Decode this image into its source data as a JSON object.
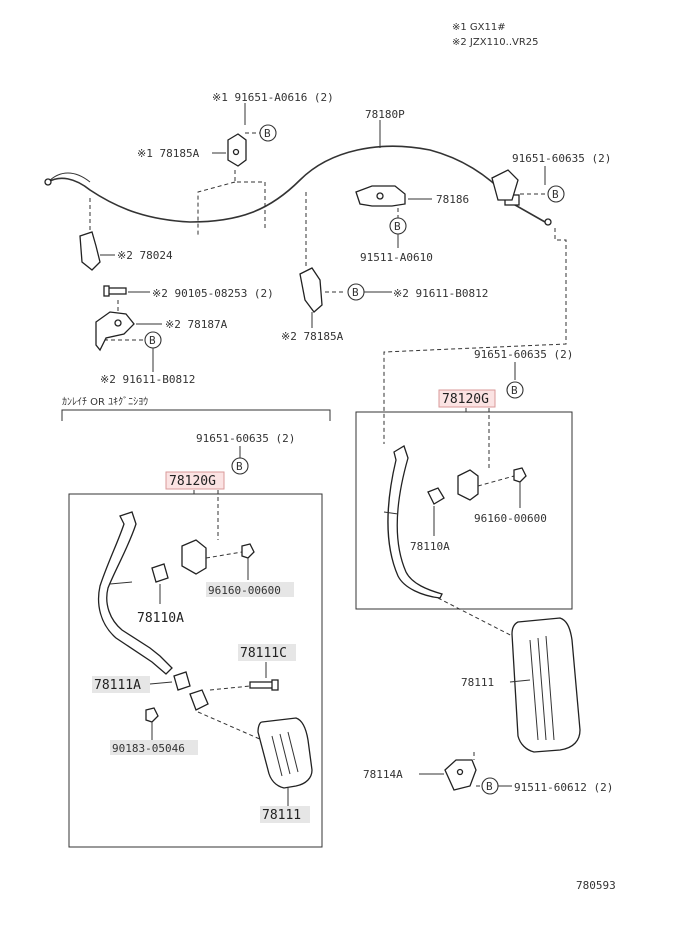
{
  "notes": {
    "note1": "※1 GX11#",
    "note2": "※2 JZX110..VR25"
  },
  "labels": {
    "bolt_91651_a0616": "※1 91651-A0616 (2)",
    "cable_78180p": "78180P",
    "bracket_78185a_1": "※1 78185A",
    "bolt_91651_60635_top": "91651-60635 (2)",
    "bracket_78186": "78186",
    "bolt_91511_a0610": "91511-A0610",
    "bracket_78024": "※2 78024",
    "bolt_90105_08253": "※2 90105-08253 (2)",
    "bolt_91611_b0812_mid": "※2 91611-B0812",
    "bracket_78187a": "※2 78187A",
    "bracket_78185a_2": "※2 78185A",
    "bolt_91611_b0812_left": "※2 91611-B0812",
    "section_header": "ｶﾝﾚｲﾁ OR ﾕｷｸﾞﾆｼﾖｳ",
    "bolt_91651_60635_right": "91651-60635 (2)",
    "pedal_assy_right": "78120G",
    "bolt_91651_60635_left": "91651-60635 (2)",
    "pedal_assy_left": "78120G",
    "nut_96160_00600_right": "96160-00600",
    "lever_78110a_right": "78110A",
    "nut_96160_00600_left": "96160-00600",
    "lever_78110a_left": "78110A",
    "pin_78111c": "78111C",
    "stopper_78111a": "78111A",
    "pad_78111_right": "78111",
    "nut_90183_05046": "90183-05046",
    "bracket_78114a": "78114A",
    "bolt_91511_60612": "91511-60612 (2)",
    "pad_78111_left": "78111",
    "diagram_id": "780593"
  },
  "callouts": {
    "b": "B"
  },
  "colors": {
    "highlight_red": "#fbe3e3",
    "highlight_grey": "#e6e6e6",
    "line": "#333333"
  }
}
